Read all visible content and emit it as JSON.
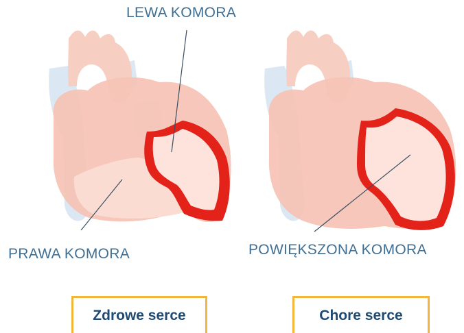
{
  "labels": {
    "left_ventricle": "LEWA KOMORA",
    "right_ventricle": "PRAWA KOMORA",
    "enlarged_ventricle": "POWIĘKSZONA KOMORA"
  },
  "buttons": {
    "healthy": "Zdrowe serce",
    "sick": "Chore serce"
  },
  "colors": {
    "label_text": "#3f6f93",
    "button_text": "#1f4a72",
    "button_border": "#f3b53c",
    "ventricle_outline": "#e32219",
    "heart_fill": "#f6c4b6",
    "vessel_fill": "#dbe8f4"
  }
}
